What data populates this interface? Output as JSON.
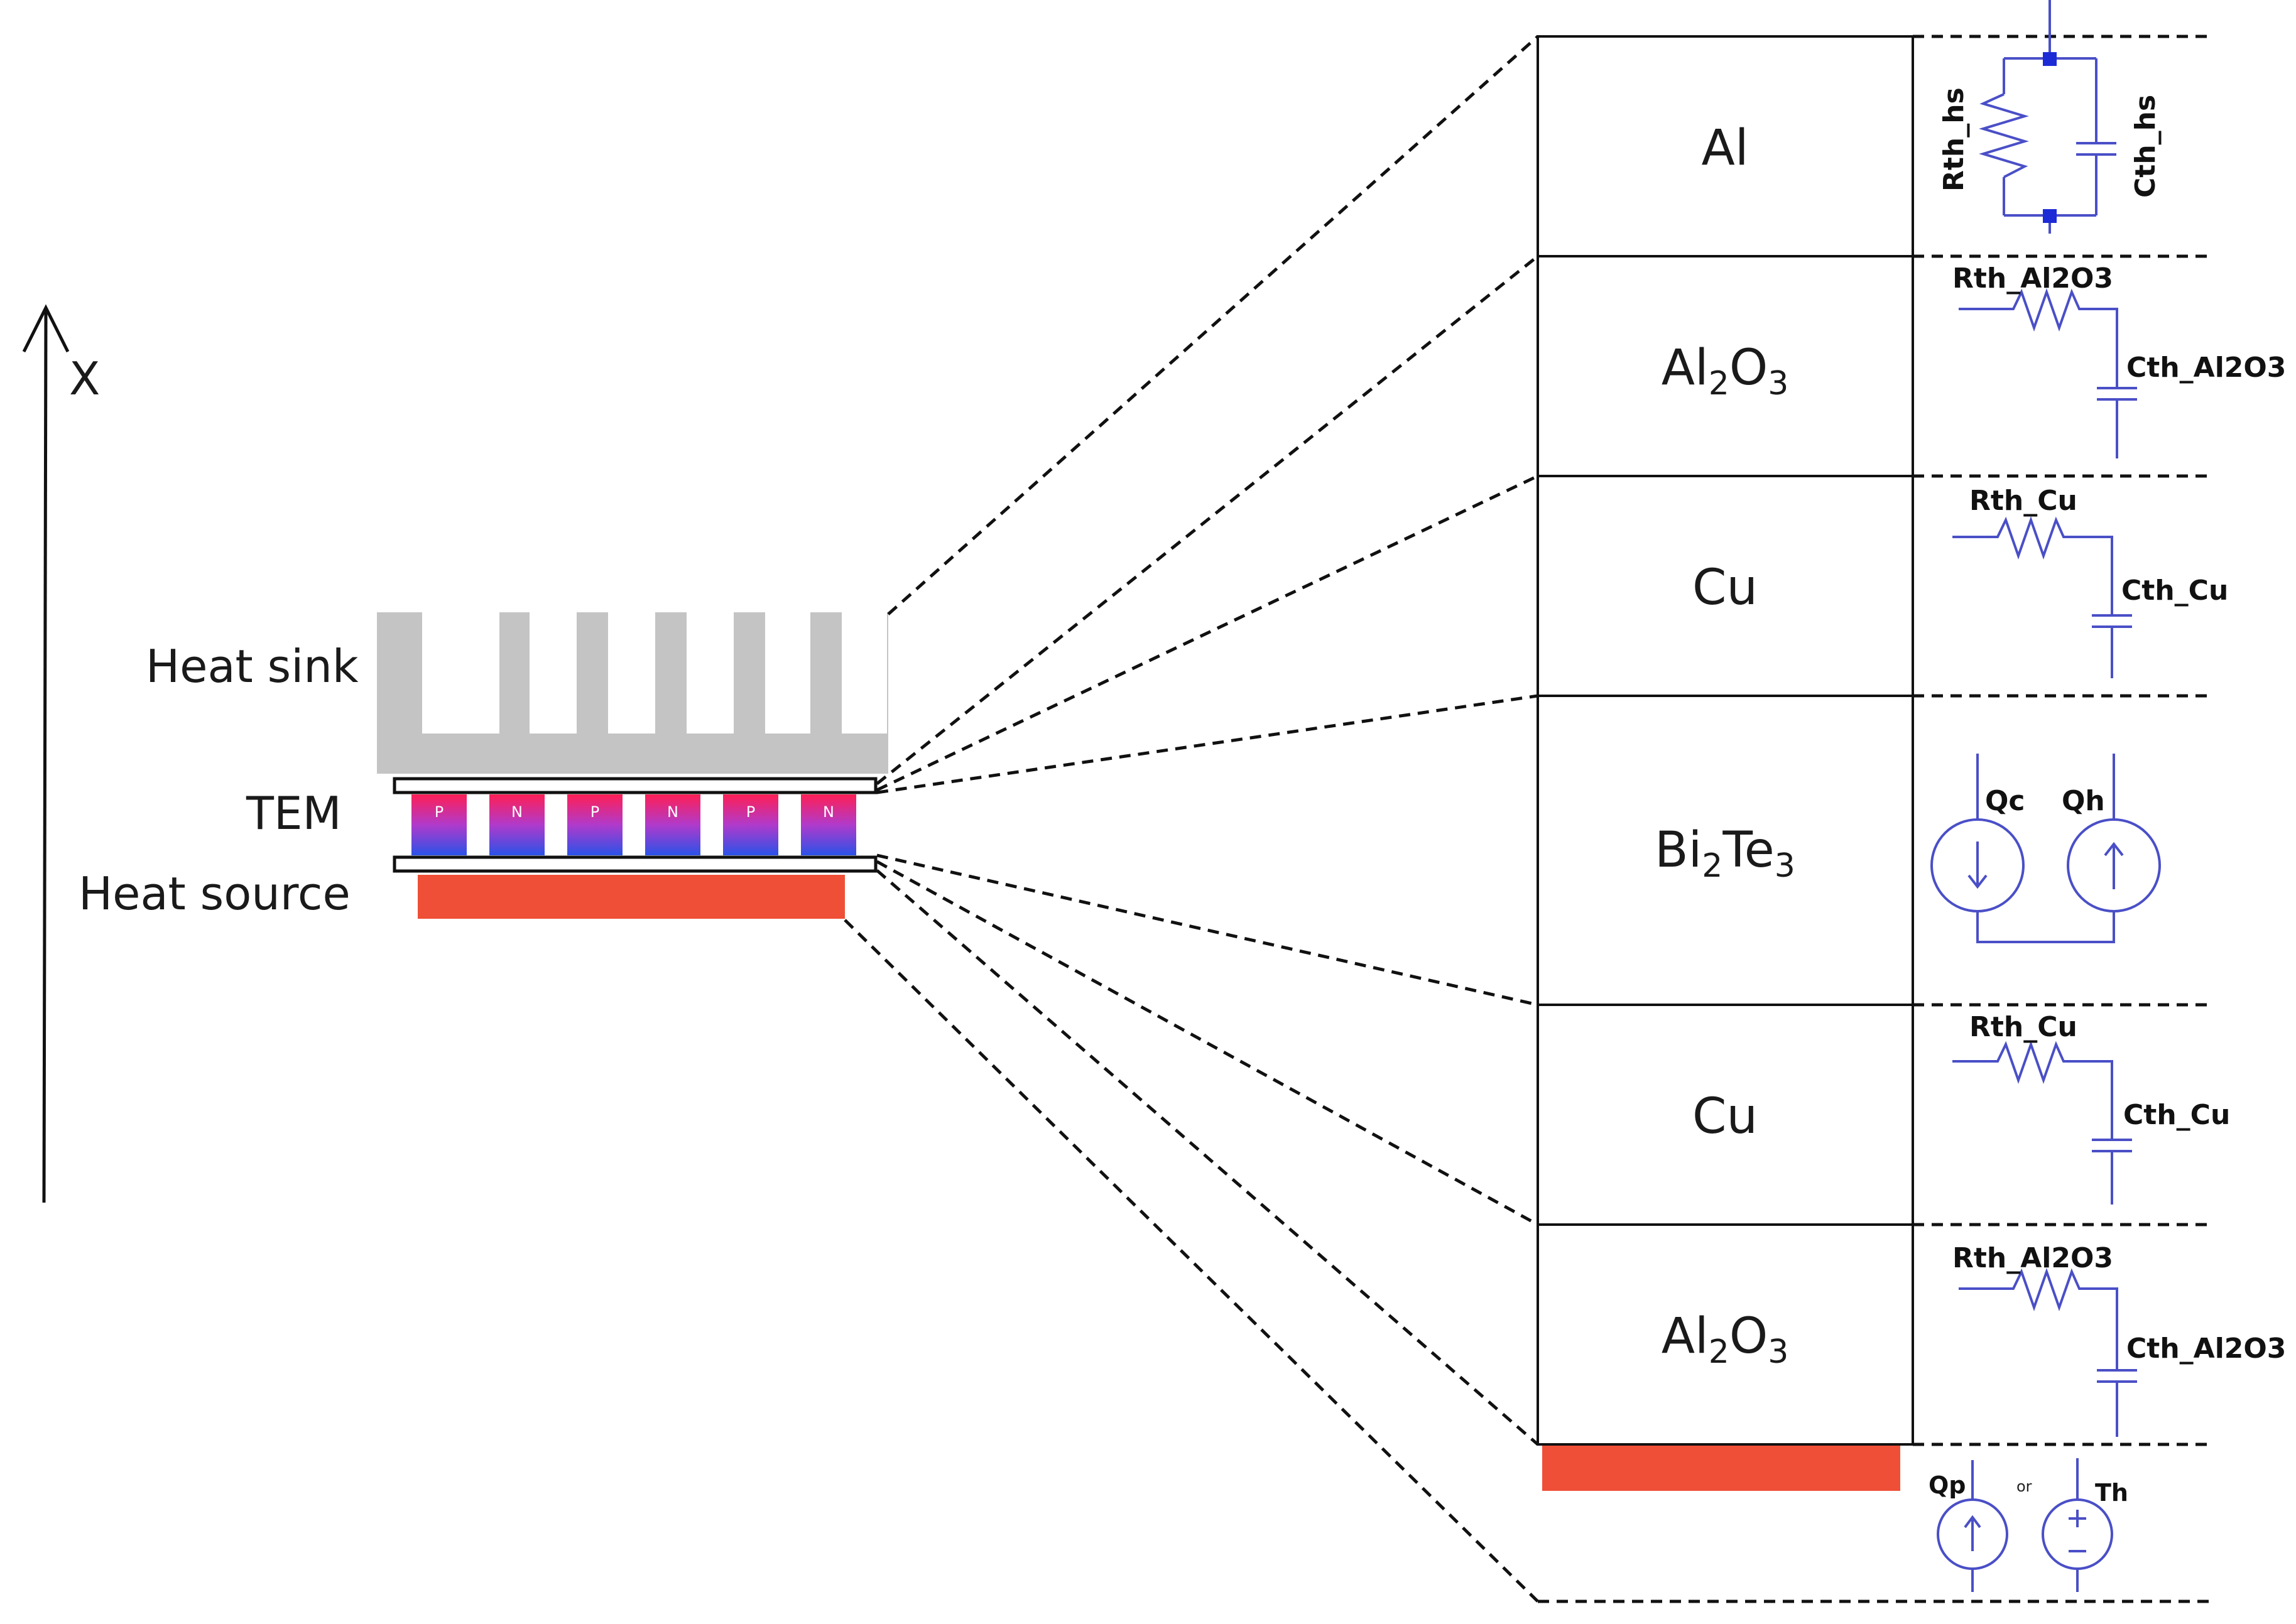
{
  "axis": {
    "label": "X"
  },
  "left_labels": {
    "heat_sink": "Heat sink",
    "tem": "TEM",
    "heat_source": "Heat source"
  },
  "legs": [
    "P",
    "N",
    "P",
    "N",
    "P",
    "N"
  ],
  "layers": [
    {
      "main": "Al",
      "sub1": "",
      "mid": "",
      "sub2": ""
    },
    {
      "main": "Al",
      "sub1": "2",
      "mid": "O",
      "sub2": "3"
    },
    {
      "main": "Cu",
      "sub1": "",
      "mid": "",
      "sub2": ""
    },
    {
      "main": "Bi",
      "sub1": "2",
      "mid": "Te",
      "sub2": "3"
    },
    {
      "main": "Cu",
      "sub1": "",
      "mid": "",
      "sub2": ""
    },
    {
      "main": "Al",
      "sub1": "2",
      "mid": "O",
      "sub2": "3"
    }
  ],
  "circuit": {
    "hs": {
      "r": "Rth_hs",
      "c": "Cth_hs"
    },
    "al2o3_top": {
      "r": "Rth_Al2O3",
      "c": "Cth_Al2O3"
    },
    "cu_top": {
      "r": "Rth_Cu",
      "c": "Cth_Cu"
    },
    "bite": {
      "qc": "Qc",
      "qh": "Qh"
    },
    "cu_bottom": {
      "r": "Rth_Cu",
      "c": "Cth_Cu"
    },
    "al2o3_bottom": {
      "r": "Rth_Al2O3",
      "c": "Cth_Al2O3"
    },
    "source": {
      "qp": "Qp",
      "or": "or",
      "th": "Th"
    }
  },
  "colors": {
    "heat_sink": "#c4c4c4",
    "heat_source": "#ef4f36",
    "leg_top": "#ff1f55",
    "leg_bottom": "#2a52e8",
    "wire": "#4a4fc7"
  }
}
